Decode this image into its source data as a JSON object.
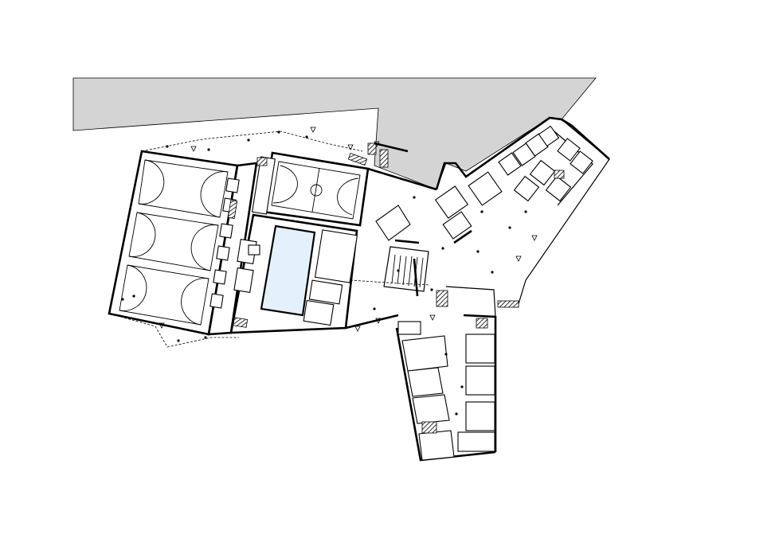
{
  "drawing": {
    "type": "architectural-floor-plan",
    "colors": {
      "background": "#ffffff",
      "line": "#000000",
      "external_area_fill": "#d4d4d4",
      "pool_fill": "#e4f0fb"
    },
    "spaces": [
      "sports-hall-with-three-courts",
      "basketball-court",
      "swimming-pool",
      "changing-rooms",
      "central-lobby",
      "staircase",
      "east-wing-classrooms",
      "south-wing-classrooms"
    ]
  }
}
